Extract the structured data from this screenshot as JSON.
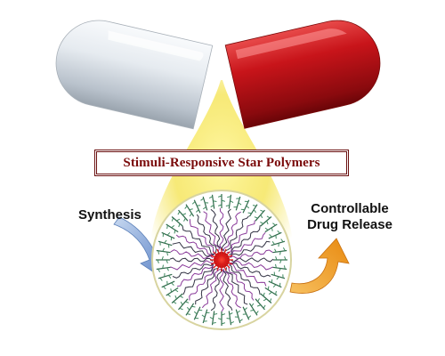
{
  "title": "Stimuli-Responsive Star Polymers",
  "labels": {
    "synthesis": "Synthesis",
    "release_line1": "Controllable",
    "release_line2": "Drug Release"
  },
  "icons": {
    "capsule_left": "capsule-white-half-icon",
    "capsule_right": "capsule-red-half-icon",
    "arrow_in": "blue-curved-arrow-icon",
    "arrow_out": "orange-curved-arrow-icon",
    "polymer": "star-polymer-icon"
  },
  "colors": {
    "capsule_red": "#c8141a",
    "capsule_white": "#e8ecf0",
    "title_border": "#6a1010",
    "title_text": "#7a0a0a",
    "glow": "#f2e04a",
    "arrow_blue": "#7aa0d8",
    "arrow_orange": "#f0a020",
    "arm_purple": "#8a3a9a",
    "shell_green": "#2f6a4a",
    "core_red": "#e01818"
  }
}
